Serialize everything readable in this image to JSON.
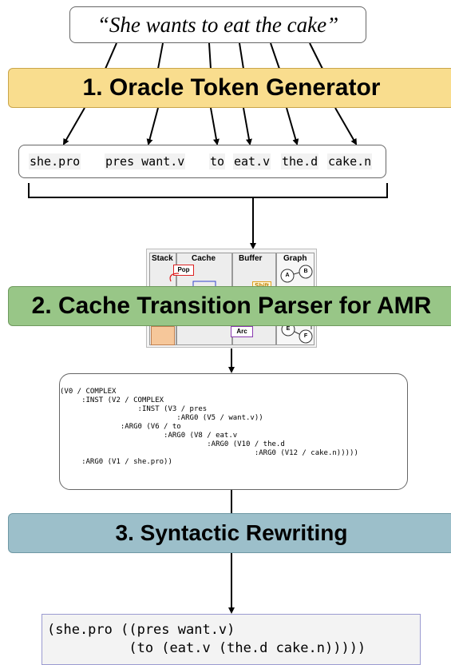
{
  "sentence": "“She wants to eat the cake”",
  "stages": {
    "oracle": "1. Oracle Token Generator",
    "parser": "2. Cache Transition Parser for AMR",
    "rewrite": "3. Syntactic Rewriting"
  },
  "tokens": [
    "she.pro",
    "pres want.v",
    "to",
    "eat.v",
    "the.d",
    "cake.n"
  ],
  "parser_panel": {
    "columns": [
      "Stack",
      "Cache",
      "Buffer",
      "Graph"
    ],
    "labels": {
      "pop": "Pop",
      "arc": "Arc",
      "shift": "Shift"
    },
    "nodes": [
      "A",
      "B",
      "E",
      "F"
    ]
  },
  "amr_lines": [
    "(V0 / COMPLEX",
    "     :INST (V2 / COMPLEX",
    "                  :INST (V3 / pres",
    "                           :ARG0 (V5 / want.v))",
    "              :ARG0 (V6 / to",
    "                        :ARG0 (V8 / eat.v",
    "                                  :ARG0 (V10 / the.d",
    "                                             :ARG0 (V12 / cake.n)))))",
    "     :ARG0 (V1 / she.pro))"
  ],
  "final_output": [
    "(she.pro ((pres want.v)",
    "          (to (eat.v (the.d cake.n)))))"
  ],
  "colors": {
    "oracle_band": "#f9dd8e",
    "parser_band": "#98c687",
    "rewrite_band": "#9cbfca"
  }
}
